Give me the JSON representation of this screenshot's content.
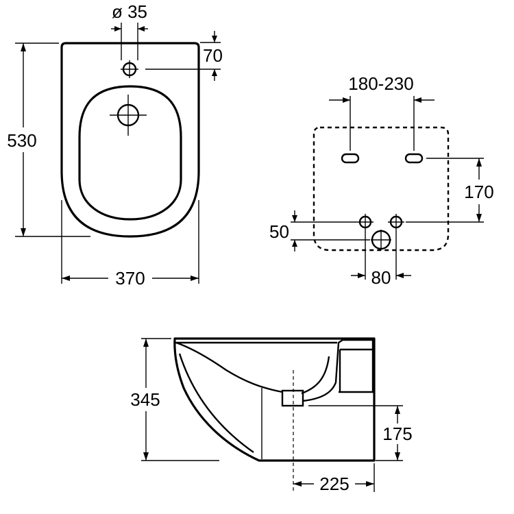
{
  "dimensions": {
    "hole_diameter": "ø 35",
    "hole_offset": "70",
    "overall_length": "530",
    "overall_width": "370",
    "fixing_spacing": "180-230",
    "fixing_height": "170",
    "connection_offset": "50",
    "connection_spacing": "80",
    "overall_height": "345",
    "outlet_height": "175",
    "outlet_depth": "225"
  }
}
